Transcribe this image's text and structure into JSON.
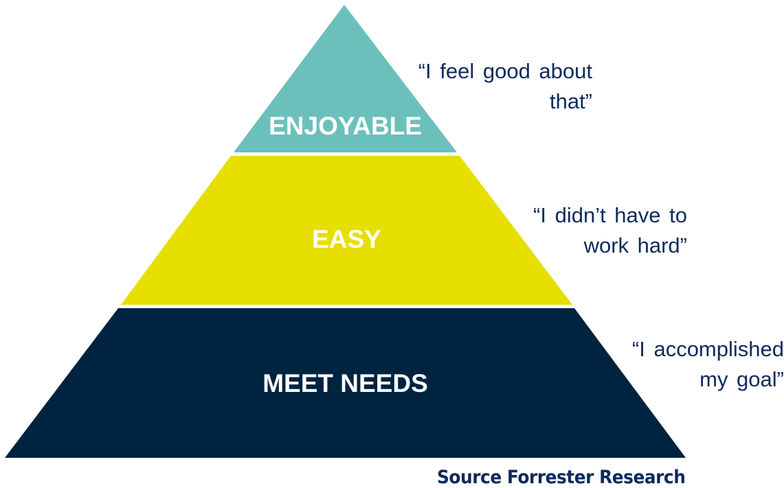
{
  "pyramid": {
    "levels": [
      {
        "label": "ENJOYABLE",
        "color": "#6cc0bb",
        "quote_line1": "“I feel good about",
        "quote_line2": "that”"
      },
      {
        "label": "EASY",
        "color": "#e6df00",
        "quote_line1": "“I didn’t have to",
        "quote_line2": "work hard”"
      },
      {
        "label": "MEET NEEDS",
        "color": "#002340",
        "quote_line1": "“I accomplished",
        "quote_line2": "my goal”"
      }
    ]
  },
  "source": "Source Forrester Research"
}
